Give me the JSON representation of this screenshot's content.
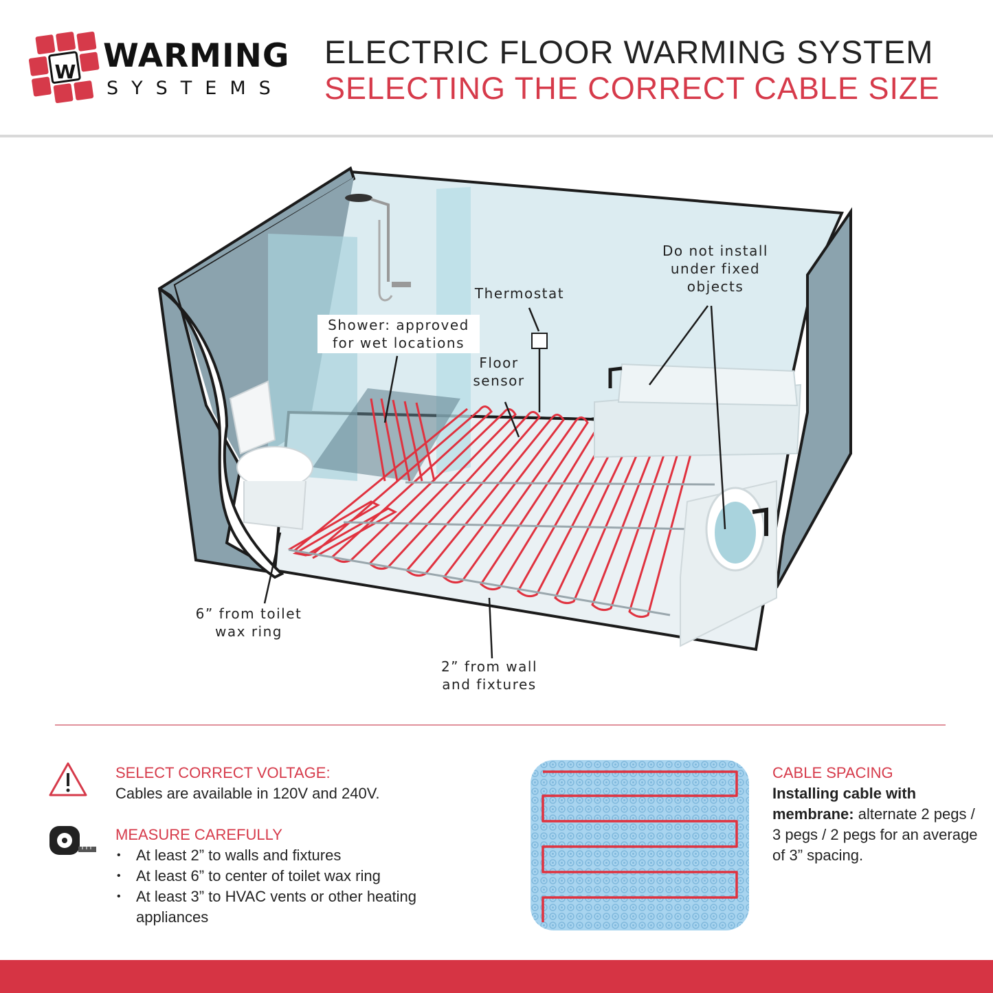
{
  "brand": {
    "name": "WARMING",
    "sub": "SYSTEMS",
    "logo_letter": "W",
    "logo_icon": "red-tile-grid-logo-icon",
    "accent_color": "#d63a4a"
  },
  "header": {
    "title": "ELECTRIC FLOOR WARMING SYSTEM",
    "subtitle": "SELECTING THE CORRECT CABLE SIZE"
  },
  "diagram": {
    "callouts": {
      "fixed_objects": "Do not install\nunder fixed\nobjects",
      "thermostat": "Thermostat",
      "shower": "Shower: approved\nfor wet locations",
      "floor_sensor": "Floor\nsensor",
      "toilet": "6” from toilet\nwax ring",
      "wall": "2” from wall\nand fixtures"
    },
    "cable_color": "#e0323f"
  },
  "voltage": {
    "icon": "warning-triangle-icon",
    "title": "SELECT CORRECT VOLTAGE:",
    "text": "Cables are available in 120V and 240V."
  },
  "measure": {
    "icon": "tape-measure-icon",
    "title": "MEASURE CAREFULLY",
    "items": [
      "At least 2” to walls and fixtures",
      "At least 6” to center of toilet wax ring",
      "At least 3” to HVAC vents or other heating appliances"
    ]
  },
  "spacing": {
    "title": "CABLE SPACING",
    "bold": "Installing cable with membrane:",
    "text": " alternate 2 pegs / 3 pegs / 2 pegs for an average of 3” spacing."
  },
  "footer": {
    "color": "#d63444"
  }
}
